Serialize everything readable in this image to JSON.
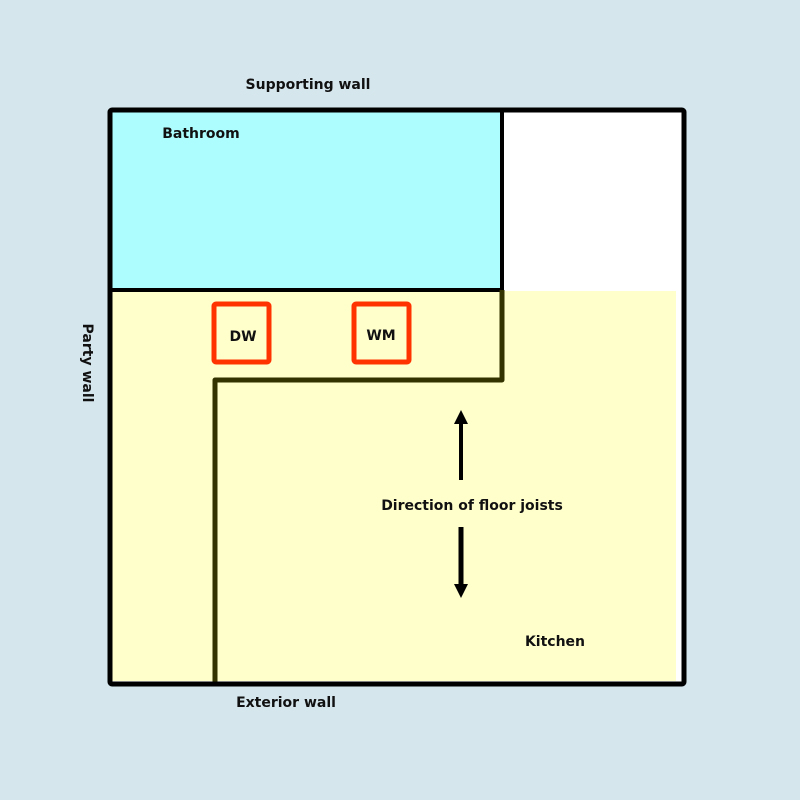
{
  "labels": {
    "supporting_wall": "Supporting wall",
    "party_wall": "Party wall",
    "exterior_wall": "Exterior wall",
    "bathroom": "Bathroom",
    "kitchen": "Kitchen",
    "joists": "Direction of floor joists",
    "dishwasher": "DW",
    "washing_machine": "WM"
  },
  "colors": {
    "background": "#d5e6ed",
    "bathroom": "#adfdfe",
    "kitchen": "#ffffcc",
    "appliance_outline": "#ff3300",
    "partition": "#333300"
  }
}
